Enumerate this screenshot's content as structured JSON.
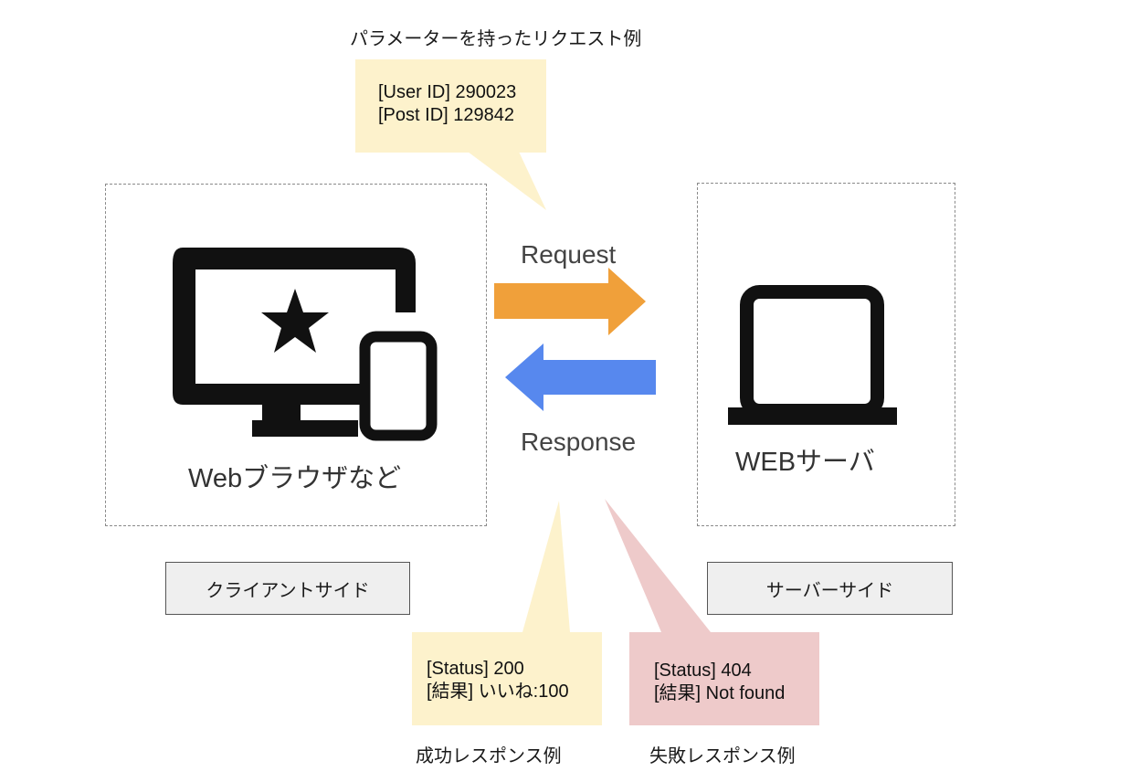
{
  "request_example": {
    "title": "パラメーターを持ったリクエスト例",
    "lines": [
      "[User ID] 290023",
      "[Post ID] 129842"
    ]
  },
  "client": {
    "node_label": "Webブラウザなど",
    "side_label": "クライアントサイド"
  },
  "server": {
    "node_label": "WEBサーバ",
    "side_label": "サーバーサイド"
  },
  "arrows": {
    "request_label": "Request",
    "request_color": "#f0a03a",
    "response_label": "Response",
    "response_color": "#5788ee"
  },
  "success_example": {
    "lines": [
      "[Status] 200",
      "[結果] いいね:100"
    ],
    "caption": "成功レスポンス例",
    "color": "#fdf2cc"
  },
  "failure_example": {
    "lines": [
      "[Status] 404",
      "[結果] Not found"
    ],
    "caption": "失敗レスポンス例",
    "color": "#eecaca"
  },
  "icons": [
    "monitor-with-star-icon",
    "tablet-icon",
    "laptop-icon"
  ]
}
